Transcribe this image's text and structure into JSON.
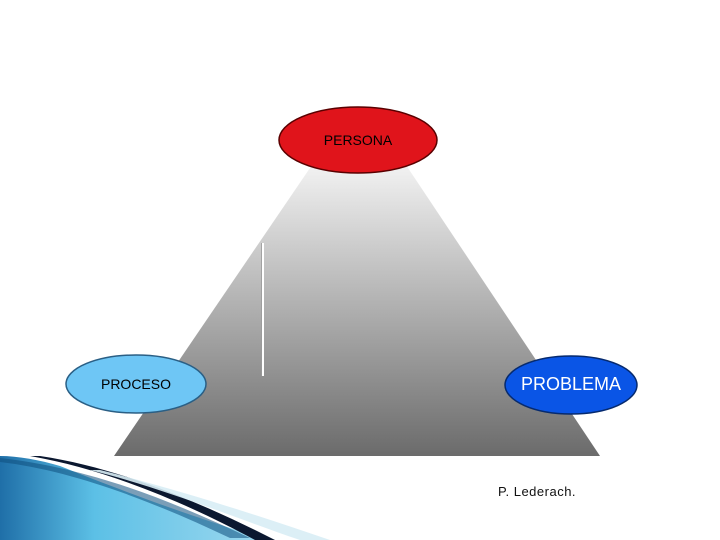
{
  "diagram": {
    "nodes": {
      "top": {
        "label": "PERSONA",
        "fill": "#e0141b"
      },
      "left": {
        "label": "PROCESO",
        "fill": "#6ec6f5"
      },
      "right": {
        "label": "PROBLEMA",
        "fill": "#0a55e6"
      }
    },
    "triangle_gradient": {
      "top": "#f2f2f2",
      "bottom": "#6b6b6b"
    }
  },
  "credit": "P. Lederach.",
  "decor": {
    "swoosh_colors": [
      "#1f7fb8",
      "#5cc0e6",
      "#0b1830",
      "#cfe8f2"
    ]
  }
}
